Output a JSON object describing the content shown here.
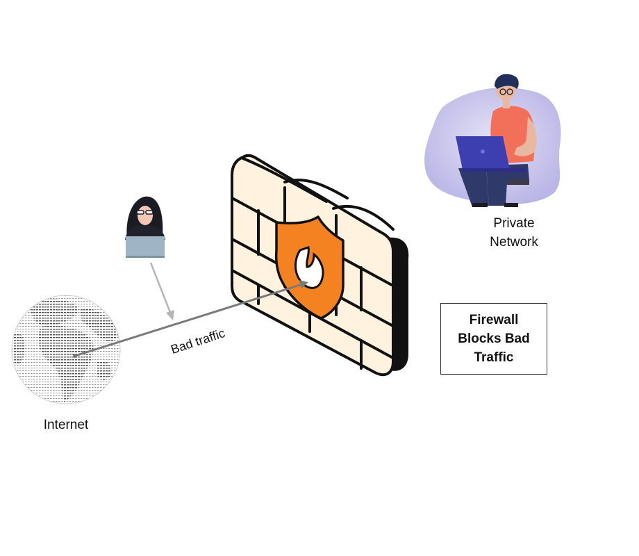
{
  "labels": {
    "internet": "Internet",
    "private_network_line1": "Private",
    "private_network_line2": "Network",
    "bad_traffic": "Bad traffic"
  },
  "callout": {
    "text": "Firewall Blocks Bad Traffic"
  },
  "colors": {
    "brick_fill": "#fff3df",
    "outline": "#111111",
    "shield_orange": "#f58220",
    "arrow_gray": "#7a7a7a",
    "arrow_light": "#b5b5b5",
    "blob_purple": "#c9c6ec",
    "shirt_coral": "#f2705a",
    "laptop_blue": "#3d3fb0",
    "jeans_navy": "#2f3a6b",
    "hacker_black": "#1b1b24",
    "hacker_laptop": "#9fb4c4"
  },
  "icons": [
    "globe-icon",
    "hacker-icon",
    "firewall-wall-icon",
    "shield-flame-icon",
    "user-laptop-icon"
  ]
}
